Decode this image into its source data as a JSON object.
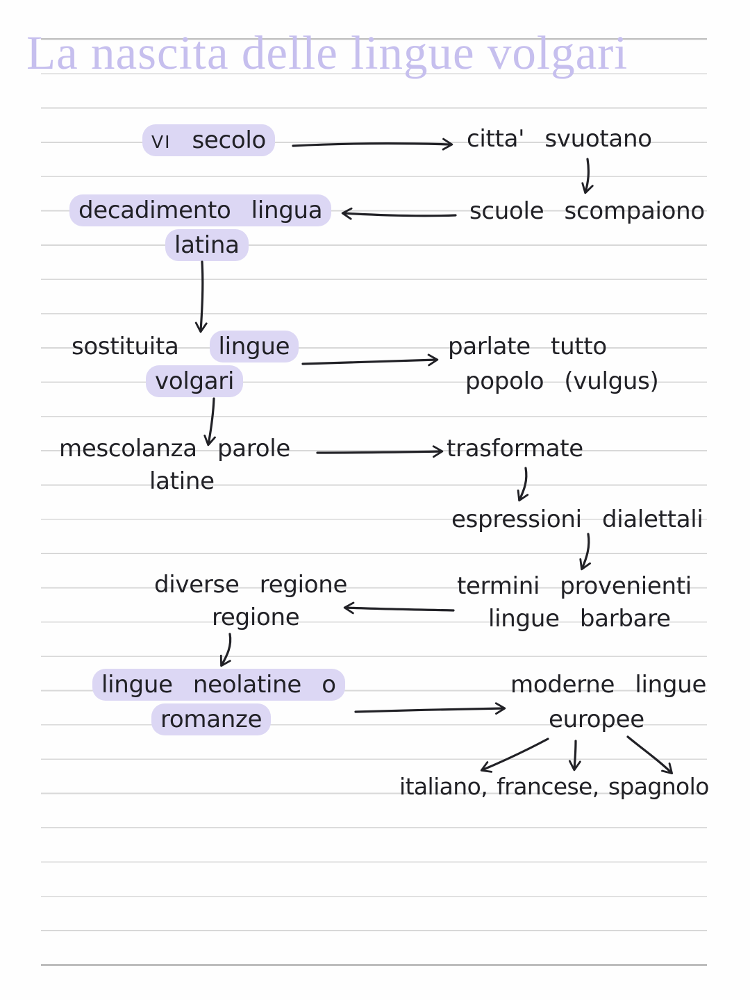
{
  "title": "La nascita delle lingue volgari",
  "colors": {
    "title_text": "#c6bfee",
    "highlight": "#dcd7f4",
    "ink": "#212126",
    "ruled_line": "#d8d8d8"
  },
  "diagram": {
    "vi_secolo": {
      "numeral": "VI",
      "word": "secolo",
      "highlighted": true
    },
    "citta_svuotano": {
      "label": "citta' svuotano"
    },
    "scuole_scompaiono": {
      "label": "scuole scompaiono"
    },
    "decadimento": {
      "line1": "decadimento lingua",
      "line2": "latina",
      "highlighted": true
    },
    "sostituita": {
      "word": "sostituita",
      "hl_word": "lingue",
      "line2": "volgari"
    },
    "parlate": {
      "line1": "parlate tutto",
      "line2": "popolo (vulgus)"
    },
    "mescolanza": {
      "line1": "mescolanza parole",
      "line2": "latine"
    },
    "trasformate": {
      "label": "trasformate"
    },
    "espressioni": {
      "label": "espressioni dialettali"
    },
    "termini": {
      "line1": "termini provenienti",
      "line2": "lingue barbare"
    },
    "diverse": {
      "line1": "diverse regione",
      "line2": "regione"
    },
    "neolatine": {
      "line1": "lingue neolatine o",
      "line2": "romanze",
      "highlighted": true
    },
    "moderne": {
      "line1": "moderne lingue",
      "line2": "europee"
    },
    "esempi": {
      "label": "italiano, francese, spagnolo"
    }
  },
  "edges": [
    {
      "from": "vi-secolo",
      "to": "citta-svuotano"
    },
    {
      "from": "citta-svuotano",
      "to": "scuole-scompaiono"
    },
    {
      "from": "scuole-scompaiono",
      "to": "decadimento-lingua-latina"
    },
    {
      "from": "decadimento-lingua-latina",
      "to": "sostituita-lingue-volgari"
    },
    {
      "from": "sostituita-lingue-volgari",
      "to": "parlate-tutto-popolo"
    },
    {
      "from": "sostituita-lingue-volgari",
      "to": "mescolanza-parole-latine"
    },
    {
      "from": "mescolanza-parole-latine",
      "to": "trasformate"
    },
    {
      "from": "trasformate",
      "to": "espressioni-dialettali"
    },
    {
      "from": "espressioni-dialettali",
      "to": "termini-provenienti-lingue-barbare"
    },
    {
      "from": "termini-provenienti-lingue-barbare",
      "to": "diverse-regione-regione"
    },
    {
      "from": "diverse-regione-regione",
      "to": "lingue-neolatine-o-romanze"
    },
    {
      "from": "lingue-neolatine-o-romanze",
      "to": "moderne-lingue-europee"
    },
    {
      "from": "moderne-lingue-europee",
      "to": "italiano"
    },
    {
      "from": "moderne-lingue-europee",
      "to": "francese"
    },
    {
      "from": "moderne-lingue-europee",
      "to": "spagnolo"
    }
  ]
}
